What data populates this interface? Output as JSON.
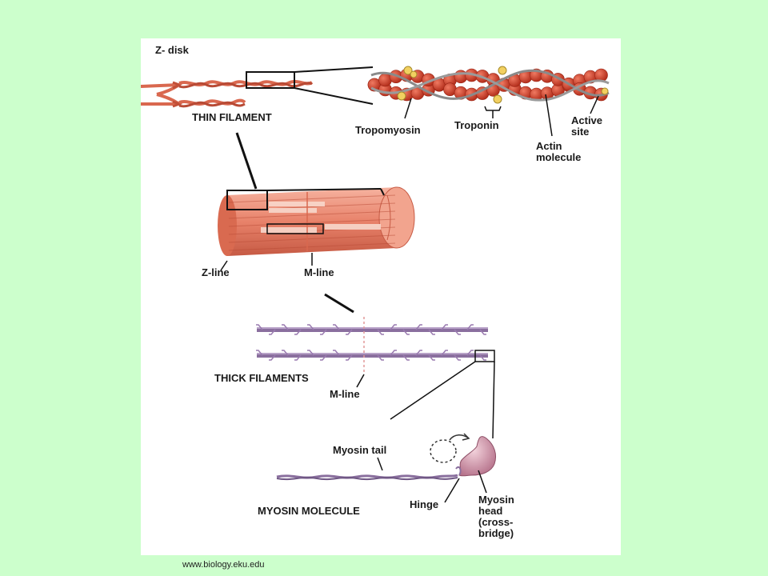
{
  "labels": {
    "z_disk": "Z- disk",
    "thin_filament": "THIN FILAMENT",
    "tropomyosin": "Tropomyosin",
    "troponin": "Troponin",
    "active_site": "Active site",
    "actin_molecule": "Actin molecule",
    "z_line": "Z-line",
    "m_line_top": "M-line",
    "thick_filaments": "THICK FILAMENTS",
    "m_line_bottom": "M-line",
    "myosin_tail": "Myosin tail",
    "hinge": "Hinge",
    "myosin_head": "Myosin head (cross-bridge)",
    "myosin_molecule": "MYOSIN MOLECULE"
  },
  "credit": "www.biology.eku.edu",
  "colors": {
    "background": "#ccffcc",
    "panel": "#ffffff",
    "actin": "#d9412a",
    "tropomyosin": "#8a8a8a",
    "troponin": "#f2d060",
    "muscle_fiber": "#e8826a",
    "thick_filament": "#8a6f9e",
    "myosin_head": "#c4839a"
  }
}
